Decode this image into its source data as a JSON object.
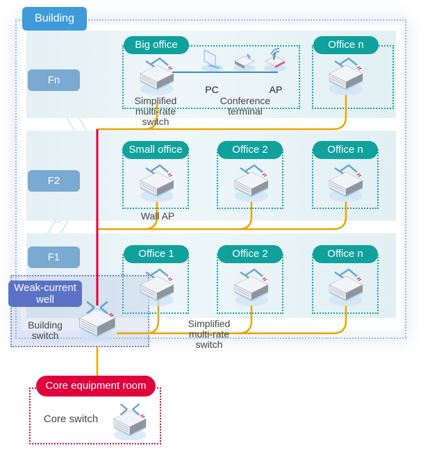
{
  "building": {
    "label": "Building",
    "floors": [
      {
        "label": "Fn",
        "offices": [
          {
            "label": "Big office",
            "devices": [
              "Simplified multi-rate switch",
              "PC",
              "Conference terminal",
              "AP"
            ]
          },
          {
            "label": "Office n"
          }
        ],
        "annotations": {
          "switch": "Simplified\nmulti-rate\nswitch",
          "pc": "PC",
          "conference": "Conference\nterminal",
          "ap": "AP"
        }
      },
      {
        "label": "F2",
        "offices": [
          {
            "label": "Small office"
          },
          {
            "label": "Office 2"
          },
          {
            "label": "Office n"
          }
        ],
        "annotations": {
          "wall_ap": "Wall AP"
        }
      },
      {
        "label": "F1",
        "offices": [
          {
            "label": "Office 1"
          },
          {
            "label": "Office 2"
          },
          {
            "label": "Office n"
          }
        ],
        "annotations": {
          "switch": "Simplified\nmulti-rate\nswitch"
        }
      }
    ]
  },
  "weak_current_well": {
    "label": "Weak-current\nwell",
    "device": "Building\nswitch"
  },
  "core_room": {
    "label": "Core equipment room",
    "device": "Core switch"
  },
  "colors": {
    "office_pill": "#10a19d",
    "floor_label": "#7aa9d2",
    "building_label": "#3e9ad9",
    "weak_current_label": "#5b72c4",
    "core_label": "#e0003c",
    "link_orange": "#e6a700",
    "link_red": "#e0003c",
    "link_blue": "#3a86c8"
  }
}
